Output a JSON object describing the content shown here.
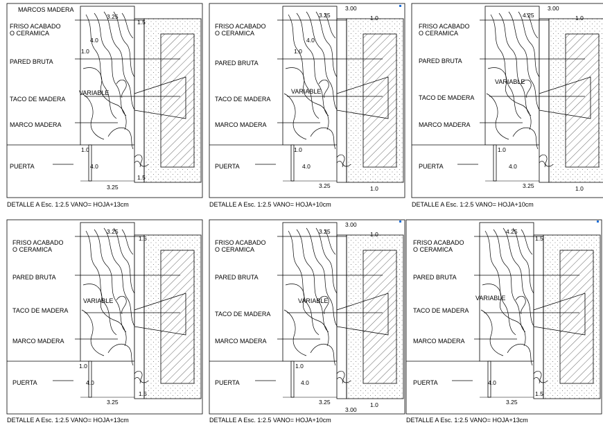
{
  "sheet_title": "MARCOS MADERA",
  "labels": {
    "friso_line1": "FRISO ACABADO",
    "friso_line2": "O CERAMICA",
    "pared": "PARED BRUTA",
    "taco": "TACO DE MADERA",
    "marco": "MARCO MADERA",
    "puerta": "PUERTA",
    "variable": "VARIABLE"
  },
  "details": [
    {
      "caption": "DETALLE  A  Esc. 1:2.5   VANO= HOJA+13cm",
      "dims": {
        "top": "3.25",
        "bottom": "3.25",
        "side_top": "1.5",
        "side_bottom": "1.5",
        "small_top": "1.0",
        "small_bottom": "1.0",
        "mid_top": "4.0",
        "mid_bottom": "4.0"
      }
    },
    {
      "caption": "DETALLE  A  Esc. 1:2.5   VANO= HOJA+10cm",
      "dims": {
        "top": "3.25",
        "bottom": "3.25",
        "extra_top": "3.00",
        "side_top": "1.0",
        "side_bottom": "1.0",
        "small_top": "1.0",
        "small_bottom": "1.0",
        "mid_top": "4.0",
        "mid_bottom": "4.0"
      }
    },
    {
      "caption": "DETALLE  A  Esc. 1:2.5   VANO= HOJA+10cm",
      "dims": {
        "top": "4.25",
        "bottom": "3.25",
        "extra_top": "3.00",
        "side_top": "1.0",
        "side_bottom": "1.0",
        "small_bottom": "1.0",
        "mid_bottom": "4.0"
      }
    },
    {
      "caption": "DETALLE  A  Esc. 1:2.5   VANO= HOJA+13cm",
      "dims": {
        "top": "3.25",
        "bottom": "3.25",
        "side_top": "1.5",
        "side_bottom": "1.5",
        "small_bottom": "1.0",
        "mid_bottom": "4.0"
      }
    },
    {
      "caption": "DETALLE  A  Esc. 1:2.5   VANO= HOJA+10cm",
      "dims": {
        "top": "3.25",
        "bottom": "3.25",
        "extra_top": "3.00",
        "extra_bottom": "3.00",
        "side_top": "1.0",
        "side_bottom": "1.0",
        "small_bottom": "1.0",
        "mid_bottom": "4.0"
      }
    },
    {
      "caption": "DETALLE  A  Esc. 1:2.5   VANO= HOJA+13cm",
      "dims": {
        "top": "4.25",
        "bottom": "3.25",
        "side_top": "1.5",
        "side_bottom": "1.5",
        "mid_bottom": "4.0"
      }
    }
  ]
}
